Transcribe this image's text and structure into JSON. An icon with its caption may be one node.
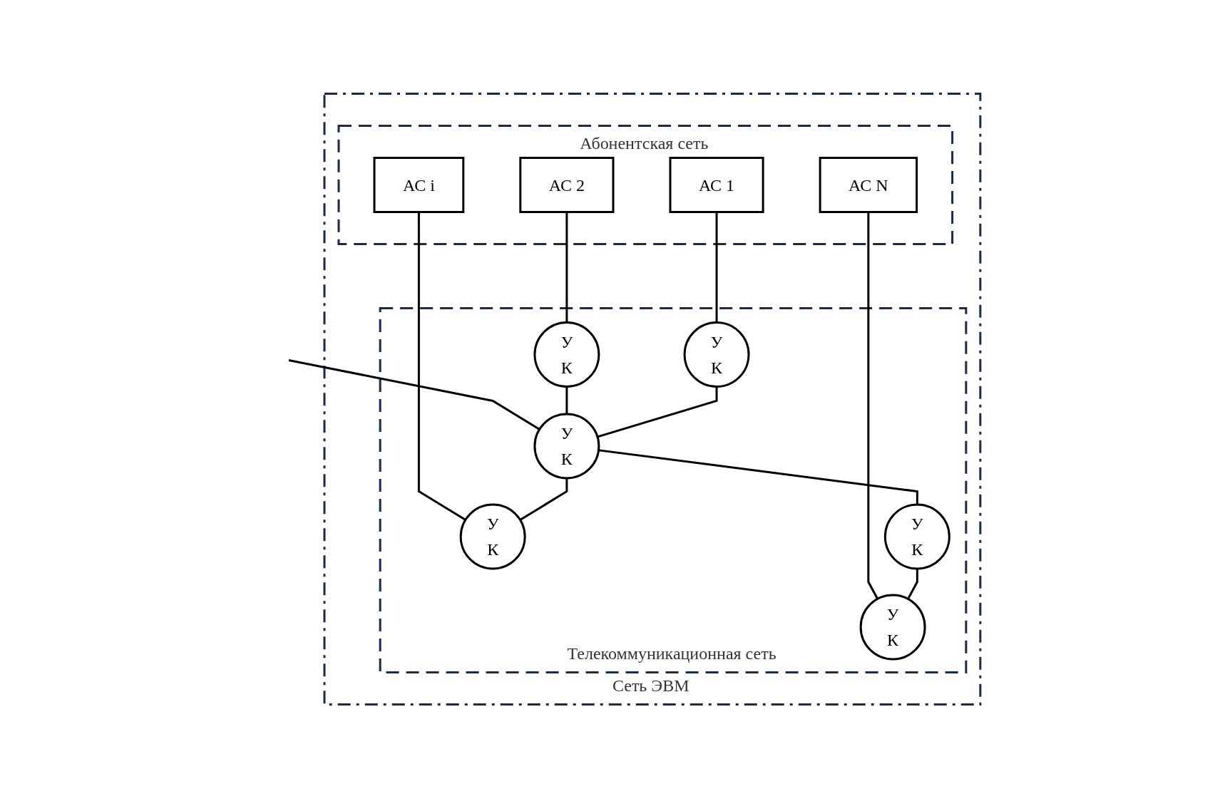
{
  "diagram": {
    "nodes": [
      {
        "text": [
          "Сеть ЭВМ"
        ]
      },
      {
        "text": [
          "Абонентская сеть"
        ],
        "in": 0
      },
      {
        "text": [
          "АС 1"
        ],
        "in": 1
      },
      {
        "text": [
          "АС 2"
        ],
        "in": 1
      },
      {
        "text": [
          "АС i"
        ],
        "in": 1
      },
      {
        "text": [
          "АС N"
        ],
        "in": 1
      },
      {
        "text": [
          "Телекоммуникационная сеть"
        ],
        "in": 0
      },
      {
        "text": [
          "У",
          "К"
        ],
        "in": 6
      },
      {
        "text": [
          "У",
          "К"
        ],
        "in": 6
      },
      {
        "text": [
          "У",
          "К"
        ],
        "in": 6
      },
      {
        "text": [
          "У",
          "К"
        ],
        "in": 6
      },
      {
        "text": [
          "У",
          "К"
        ],
        "in": 6
      },
      {
        "text": [
          "У",
          "К"
        ],
        "in": 6
      }
    ],
    "edges": [
      {
        "from": 2,
        "to": 10,
        "arrow": "none"
      },
      {
        "from": 3,
        "to": 7,
        "arrow": "none"
      },
      {
        "from": null,
        "to": 8,
        "arrow": "none"
      },
      {
        "from": 4,
        "to": 9,
        "arrow": "none"
      },
      {
        "from": 5,
        "to": 12,
        "arrow": "none"
      },
      {
        "from": 7,
        "to": 8,
        "arrow": "none"
      },
      {
        "from": 8,
        "to": 9,
        "arrow": "none"
      },
      {
        "from": 10,
        "to": 8,
        "arrow": "none"
      },
      {
        "from": 8,
        "to": 11,
        "arrow": "none"
      },
      {
        "from": 11,
        "to": 12,
        "arrow": "none"
      }
    ]
  }
}
